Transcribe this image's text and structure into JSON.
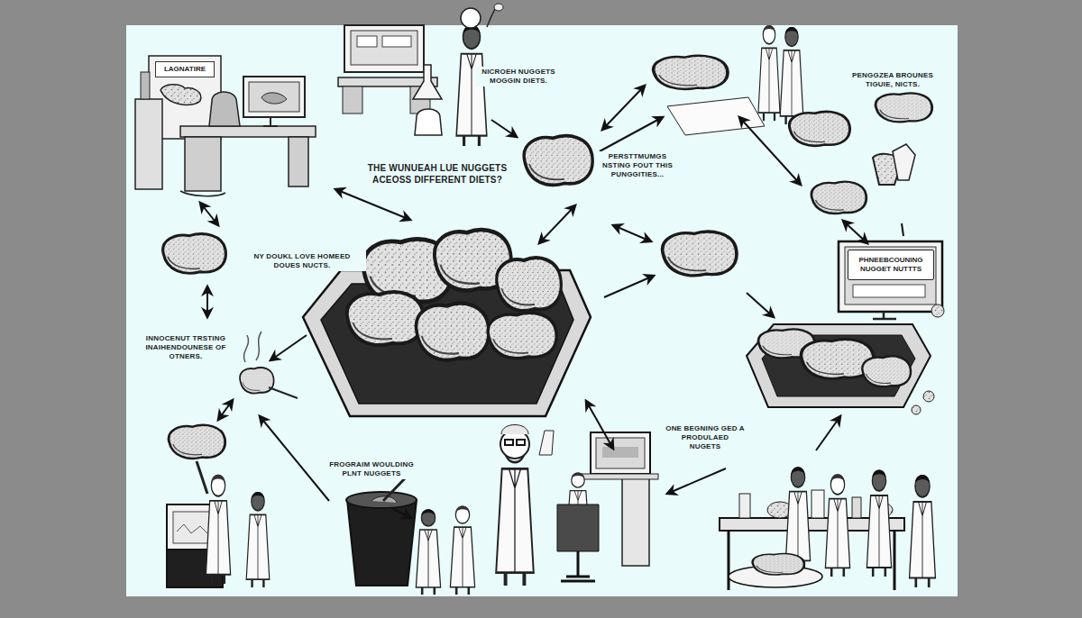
{
  "diagram": {
    "nodes": [
      {
        "text": [
          "LAGNATIRE"
        ]
      },
      {
        "text": [
          "PHNEEBCOUNING NUGGET NUTTTS"
        ]
      }
    ],
    "labels": [
      "NICROEH NUGGETS MOGGIN DIETS.",
      "PENGGZEA BROUNES TIGUIE, NICTS.",
      "PERSTTMUMGS NSTING FOUT THIS PUNGGITIES...",
      "THE WUNUEAH LUE NUGGETS ACEOSS DIFFERENT DIETS?",
      "NY DOUKL LOVE HOMEED DOUES NUCTS.",
      "INNOCENUT TRSTING INAIHENDOUNESE OF OTNERS.",
      "ONE BEGNING GED A PRODULAED NUGETS",
      "FROGRAIM WOULDING PLNT NUGGETS"
    ]
  }
}
